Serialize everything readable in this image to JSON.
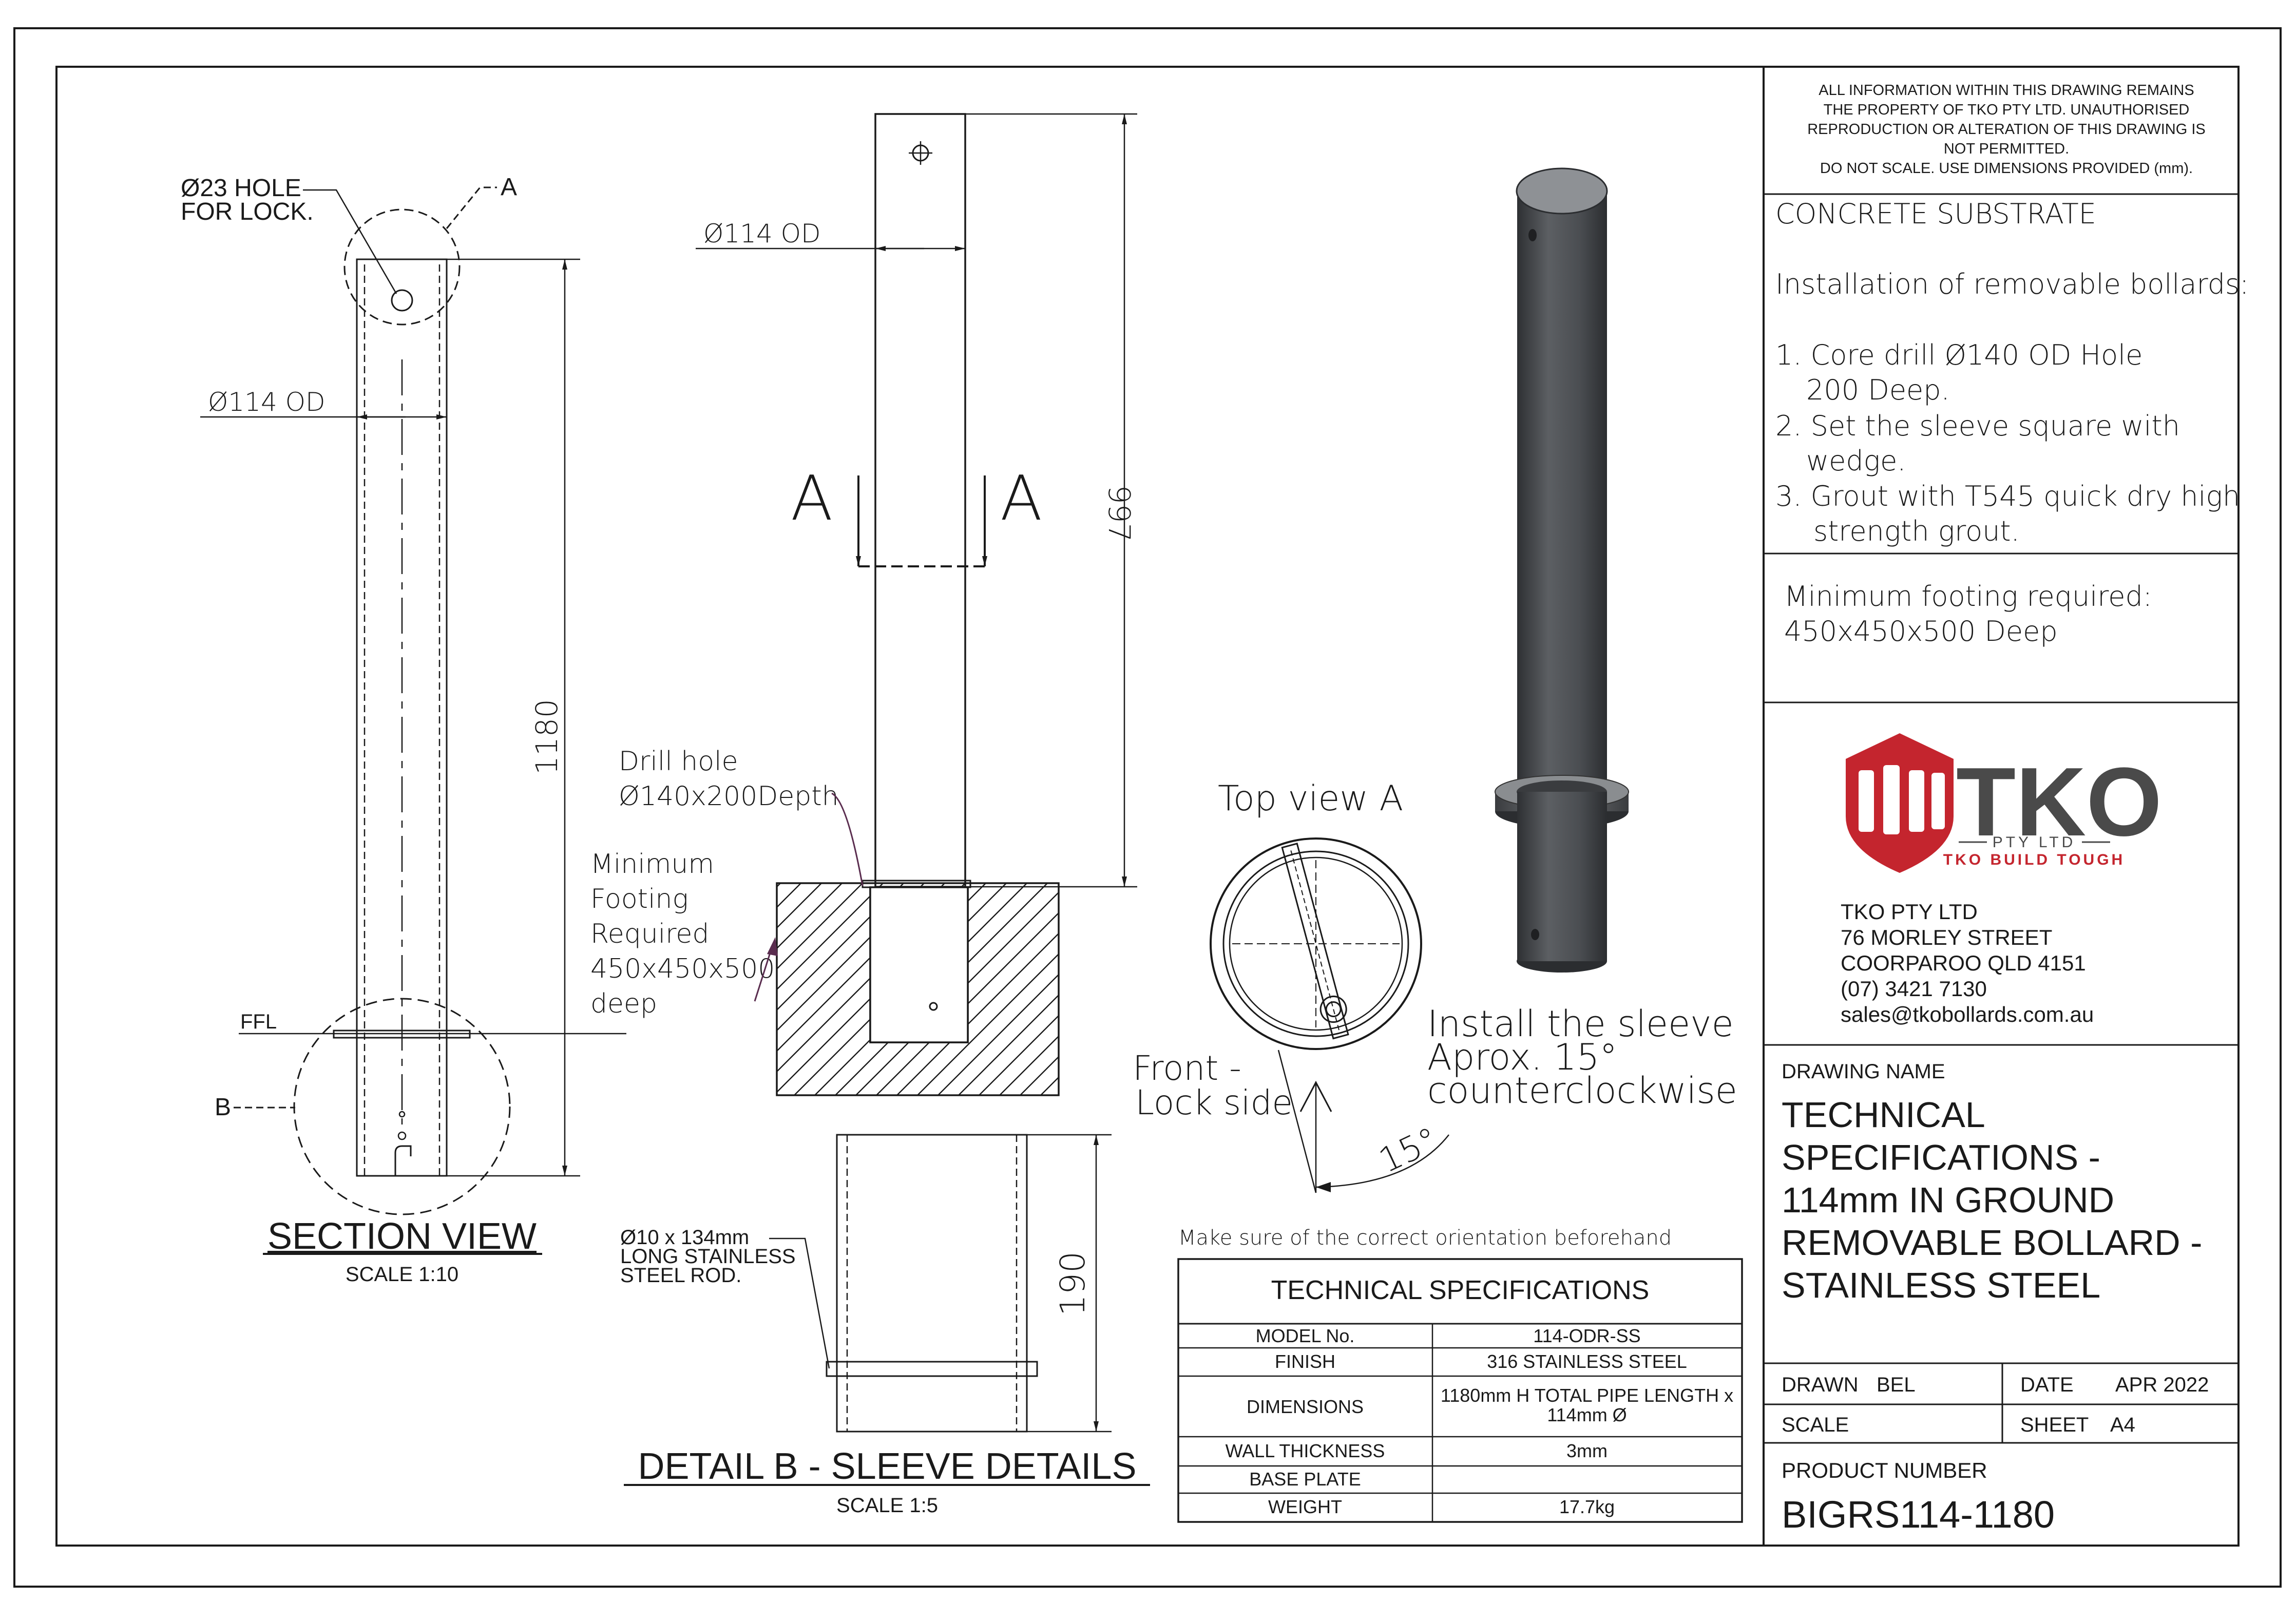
{
  "notice": [
    "ALL INFORMATION WITHIN THIS DRAWING REMAINS",
    "THE PROPERTY OF TKO PTY LTD. UNAUTHORISED",
    "REPRODUCTION OR ALTERATION OF THIS DRAWING IS",
    "NOT PERMITTED.",
    "DO NOT SCALE. USE DIMENSIONS PROVIDED (mm)."
  ],
  "install": {
    "substrate": "CONCRETE SUBSTRATE",
    "heading": "Installation of removable bollards:",
    "steps": [
      "1. Core drill Ø140 OD Hole",
      "200 Deep.",
      "2. Set the sleeve square with",
      "wedge.",
      "3. Grout with T545 quick dry high",
      "strength grout."
    ],
    "footing": [
      "Minimum footing required:",
      "450x450x500 Deep"
    ]
  },
  "logo": {
    "name": "TKO",
    "sub": "PTY LTD",
    "tagline": "TKO BUILD TOUGH"
  },
  "company": {
    "lines": [
      "TKO PTY LTD",
      "76 MORLEY STREET",
      "COORPAROO QLD 4151",
      "(07) 3421 7130",
      "sales@tkobollards.com.au"
    ]
  },
  "drawing_name": {
    "label": "DRAWING NAME",
    "lines": [
      "TECHNICAL",
      "SPECIFICATIONS -",
      "114mm IN GROUND",
      "REMOVABLE BOLLARD -",
      "STAINLESS STEEL"
    ]
  },
  "title_block": {
    "drawn_label": "DRAWN",
    "drawn_value": "BEL",
    "date_label": "DATE",
    "date_value": "APR 2022",
    "scale_label": "SCALE",
    "sheet_label": "SHEET",
    "sheet_value": "A4",
    "product_label": "PRODUCT NUMBER",
    "product_value": "BIGRS114-1180"
  },
  "section_view": {
    "hole_note": [
      "Ø23 HOLE",
      "FOR LOCK."
    ],
    "callout_a": "A",
    "od": "Ø114 OD",
    "height": "1180",
    "ffl": "FFL",
    "callout_b": "B",
    "title": "SECTION VIEW",
    "scale": "SCALE 1:10"
  },
  "front_view": {
    "od": "Ø114 OD",
    "height": "997",
    "section_a_left": "A",
    "section_a_right": "A",
    "drill": [
      "Drill hole",
      "Ø140x200Depth"
    ],
    "footing": [
      "Minimum",
      "Footing",
      "Required",
      "450x450x500",
      "deep"
    ]
  },
  "detail_b": {
    "rod_note": [
      "Ø10 x 134mm",
      "LONG STAINLESS",
      "STEEL ROD."
    ],
    "height": "190",
    "title": "DETAIL B - SLEEVE DETAILS",
    "scale": "SCALE 1:5"
  },
  "top_view": {
    "title": "Top view A",
    "install": [
      "Install the sleeve",
      "Aprox. 15°",
      "counterclockwise"
    ],
    "front": [
      "Front -",
      "Lock side"
    ],
    "angle": "15°",
    "orientation": "Make sure of the correct orientation beforehand"
  },
  "spec_table": {
    "title": "TECHNICAL SPECIFICATIONS",
    "rows": [
      {
        "label": "MODEL No.",
        "value": "114-ODR-SS"
      },
      {
        "label": "FINISH",
        "value": "316 STAINLESS STEEL"
      },
      {
        "label": "DIMENSIONS",
        "value": "1180mm H TOTAL PIPE LENGTH x",
        "value2": "114mm Ø"
      },
      {
        "label": "WALL THICKNESS",
        "value": "3mm"
      },
      {
        "label": "BASE PLATE",
        "value": ""
      },
      {
        "label": "WEIGHT",
        "value": "17.7kg"
      }
    ]
  },
  "colors": {
    "logo_red": "#c4252e",
    "logo_grey": "#4a4a4a",
    "bollard": "#4d5054",
    "leader": "#5a2d4f"
  }
}
